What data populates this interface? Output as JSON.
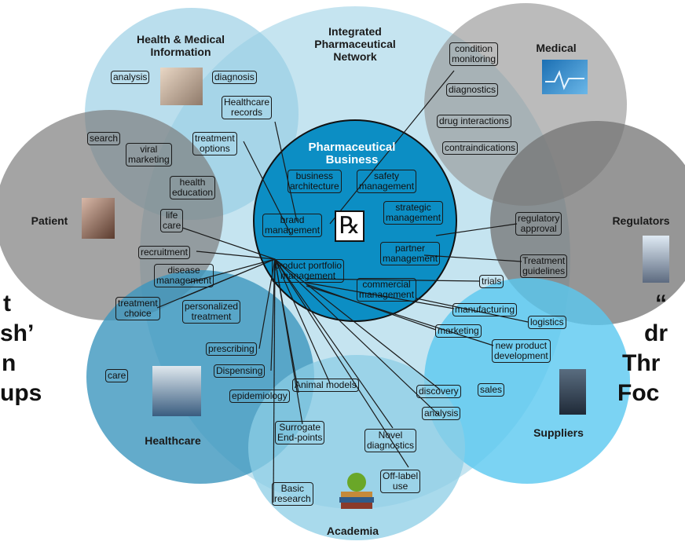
{
  "colors": {
    "light_blue": "#a9d3e6",
    "grey": "#9c9c9c",
    "mid_blue": "#5aaac8",
    "core_blue": "#0c8ec4",
    "cyan": "#5cc7ec"
  },
  "groups": {
    "network": [
      "Integrated",
      "Pharmaceutical",
      "Network"
    ],
    "health_info": [
      "Health & Medical",
      "Information"
    ],
    "medical": "Medical",
    "patient": "Patient",
    "regulators": "Regulators",
    "healthcare": "Healthcare",
    "suppliers": "Suppliers",
    "academia": "Academia",
    "core": [
      "Pharmaceutical",
      "Business"
    ]
  },
  "left_edge_text": [
    "t",
    "sh’",
    "n",
    "ups"
  ],
  "right_edge_text": [
    "“",
    "dr",
    "Thr",
    "Foc"
  ],
  "nodes": {
    "analysis": "analysis",
    "diagnosis": "diagnosis",
    "healthcare_records": [
      "Healthcare",
      "records"
    ],
    "treatment_options": [
      "treatment",
      "options"
    ],
    "search": "search",
    "viral_marketing": [
      "viral",
      "marketing"
    ],
    "health_education": [
      "health",
      "education"
    ],
    "life_care": [
      "life",
      "care"
    ],
    "recruitment": "recruitment",
    "disease_management": [
      "disease",
      "management"
    ],
    "treatment_choice": [
      "treatment",
      "choice"
    ],
    "personalized_treatment": [
      "personalized",
      "treatment"
    ],
    "prescribing": "prescribing",
    "care": "care",
    "dispensing": "Dispensing",
    "epidemiology": "epidemiology",
    "animal_models": "Animal models",
    "surrogate": [
      "Surrogate",
      "End-points"
    ],
    "basic_research": [
      "Basic",
      "research"
    ],
    "novel_diagnostics": [
      "Novel",
      "diagnostics"
    ],
    "off_label": [
      "Off-label",
      "use"
    ],
    "discovery": "discovery",
    "sales": "sales",
    "analysis2": "analysis",
    "condition_monitoring": [
      "condition",
      "monitoring"
    ],
    "diagnostics": "diagnostics",
    "drug_interactions": "drug interactions",
    "contraindications": "contraindications",
    "regulatory_approval": [
      "regulatory",
      "approval"
    ],
    "treatment_guidelines": [
      "Treatment",
      "guidelines"
    ],
    "trials": "trials",
    "manufacturing": "manufacturing",
    "logistics": "logistics",
    "marketing": "marketing",
    "new_product": [
      "new product",
      "development"
    ],
    "business_architecture": [
      "business",
      "architecture"
    ],
    "safety_management": [
      "safety",
      "management"
    ],
    "strategic_management": [
      "strategic",
      "management"
    ],
    "brand_management": [
      "brand",
      "management"
    ],
    "partner_management": [
      "partner",
      "management"
    ],
    "product_portfolio": [
      "product portfolio",
      "management"
    ],
    "commercial_management": [
      "commercial",
      "management"
    ]
  },
  "rx_symbol": "℞"
}
